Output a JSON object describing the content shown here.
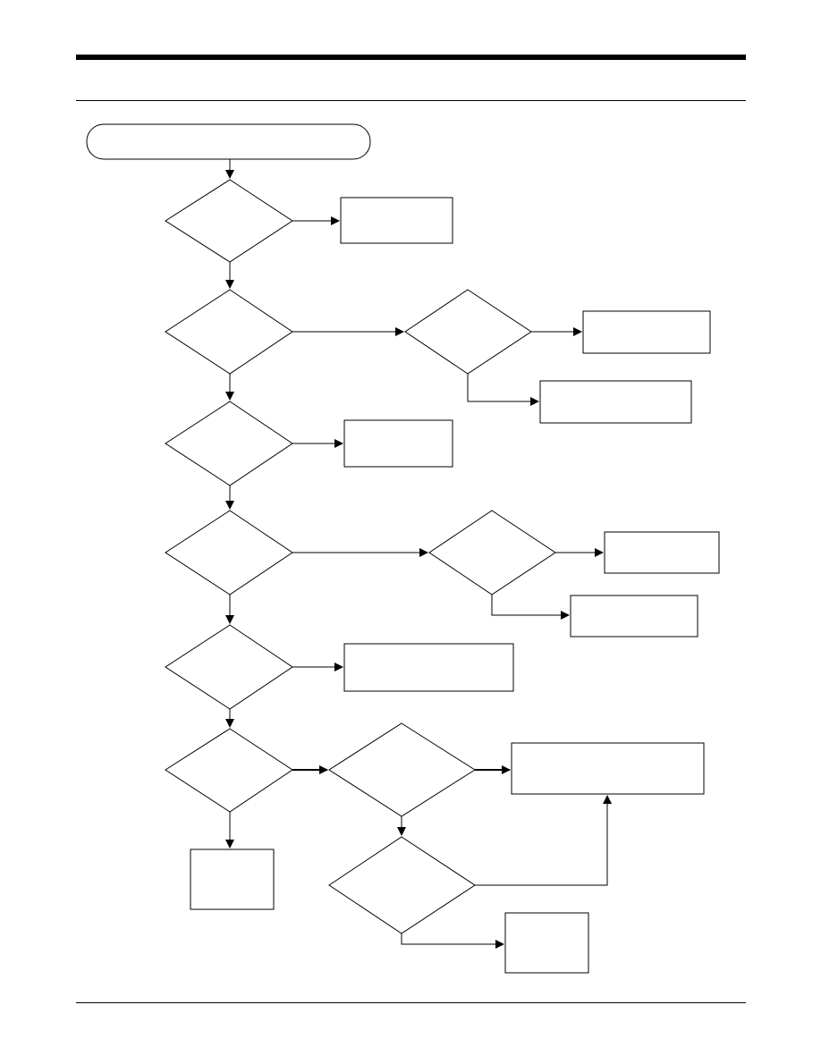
{
  "page": {
    "header_text": "",
    "footer_text": ""
  },
  "flowchart": {
    "start": {
      "label": ""
    },
    "decisions": [
      {
        "id": "d1",
        "label": ""
      },
      {
        "id": "d2",
        "label": ""
      },
      {
        "id": "d2b",
        "label": ""
      },
      {
        "id": "d3",
        "label": ""
      },
      {
        "id": "d4",
        "label": ""
      },
      {
        "id": "d4b",
        "label": ""
      },
      {
        "id": "d5",
        "label": ""
      },
      {
        "id": "d6",
        "label": ""
      },
      {
        "id": "d6b",
        "label": ""
      },
      {
        "id": "d6c",
        "label": ""
      }
    ],
    "processes": [
      {
        "id": "p1",
        "label": ""
      },
      {
        "id": "p2a",
        "label": ""
      },
      {
        "id": "p2b",
        "label": ""
      },
      {
        "id": "p3",
        "label": ""
      },
      {
        "id": "p4a",
        "label": ""
      },
      {
        "id": "p4b",
        "label": ""
      },
      {
        "id": "p5",
        "label": ""
      },
      {
        "id": "p6a",
        "label": ""
      },
      {
        "id": "p6b",
        "label": ""
      },
      {
        "id": "p6c",
        "label": ""
      }
    ]
  }
}
